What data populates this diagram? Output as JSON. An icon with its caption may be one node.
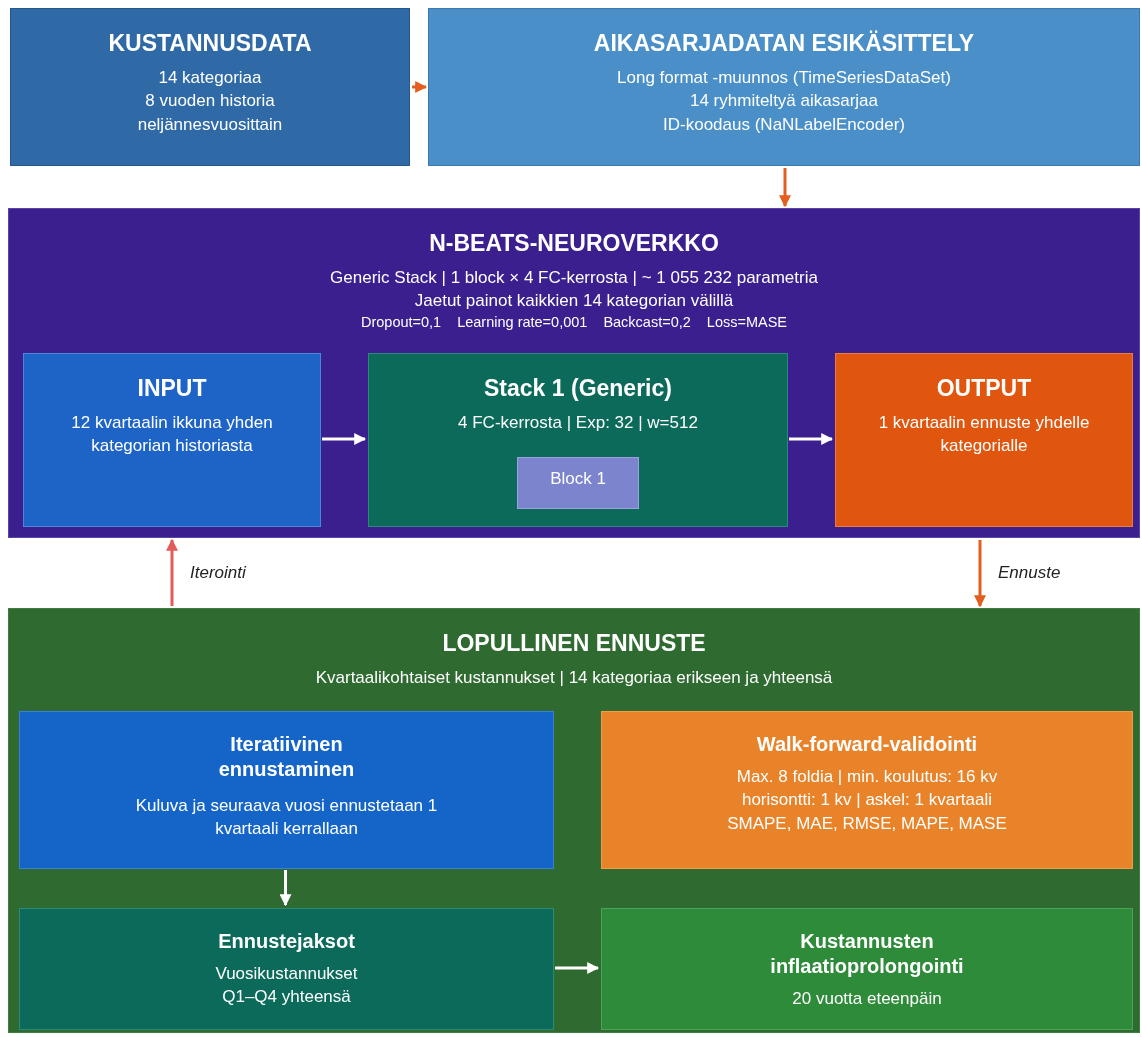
{
  "diagram": {
    "nodes": [
      {
        "text": [
          "KUSTANNUSDATA",
          "14 kategoriaa",
          "8 vuoden historia",
          "neljännesvuosittain"
        ]
      },
      {
        "text": [
          "AIKASARJADATAN ESIKÄSITTELY",
          "Long format -muunnos (TimeSeriesDataSet)",
          "14 ryhmiteltyä aikasarjaa",
          "ID-koodaus (NaNLabelEncoder)"
        ]
      },
      {
        "text": [
          "N-BEATS-NEUROVERKKO",
          "Generic Stack | 1 block × 4 FC-kerrosta | ~ 1 055 232 parametria",
          "Jaetut painot kaikkien 14 kategorian välillä",
          "Dropout=0,1",
          "Learning rate=0,001",
          "Backcast=0,2",
          "Loss=MASE"
        ]
      },
      {
        "text": [
          "INPUT",
          "12 kvartaalin ikkuna yhden kategorian historiasta"
        ],
        "in": 2
      },
      {
        "text": [
          "Stack 1 (Generic)",
          "4 FC-kerrosta | Exp: 32 | w=512"
        ],
        "in": 2
      },
      {
        "text": [
          "Block 1"
        ],
        "in": 4
      },
      {
        "text": [
          "OUTPUT",
          "1 kvartaalin ennuste yhdelle kategorialle"
        ],
        "in": 2
      },
      {
        "text": [
          "LOPULLINEN ENNUSTE",
          "Kvartaalikohtaiset kustannukset | 14 kategoriaa erikseen ja yhteensä"
        ]
      },
      {
        "text": [
          "Iteratiivinen ennustaminen",
          "Kuluva ja seuraava vuosi ennustetaan 1 kvartaali kerrallaan"
        ],
        "in": 7
      },
      {
        "text": [
          "Walk-forward-validointi",
          "Max. 8 foldia | min. koulutus: 16 kv",
          "horisontti: 1 kv | askel: 1 kvartaali",
          "SMAPE, MAE, RMSE, MAPE, MASE"
        ],
        "in": 7
      },
      {
        "text": [
          "Ennustejaksot",
          "Vuosikustannukset",
          "Q1–Q4 yhteensä"
        ],
        "in": 7
      },
      {
        "text": [
          "Kustannusten inflaatioprolongointi",
          "20 vuotta eteenpäin"
        ],
        "in": 7
      }
    ],
    "edges": [
      {
        "from": 0,
        "to": 1,
        "arrow": "to",
        "color": "#e35f1f"
      },
      {
        "from": 1,
        "to": 2,
        "arrow": "to",
        "color": "#e35f1f"
      },
      {
        "from": 3,
        "to": 4,
        "arrow": "to"
      },
      {
        "from": 4,
        "to": 6,
        "arrow": "to"
      },
      {
        "from": 7,
        "to": 2,
        "arrow": "to",
        "label": "Iterointi",
        "color": "#e35b5b"
      },
      {
        "from": 2,
        "to": 7,
        "arrow": "to",
        "label": "Ennuste",
        "color": "#e35f1f"
      },
      {
        "from": 8,
        "to": 10,
        "arrow": "to"
      },
      {
        "from": 10,
        "to": 11,
        "arrow": "to"
      }
    ]
  }
}
